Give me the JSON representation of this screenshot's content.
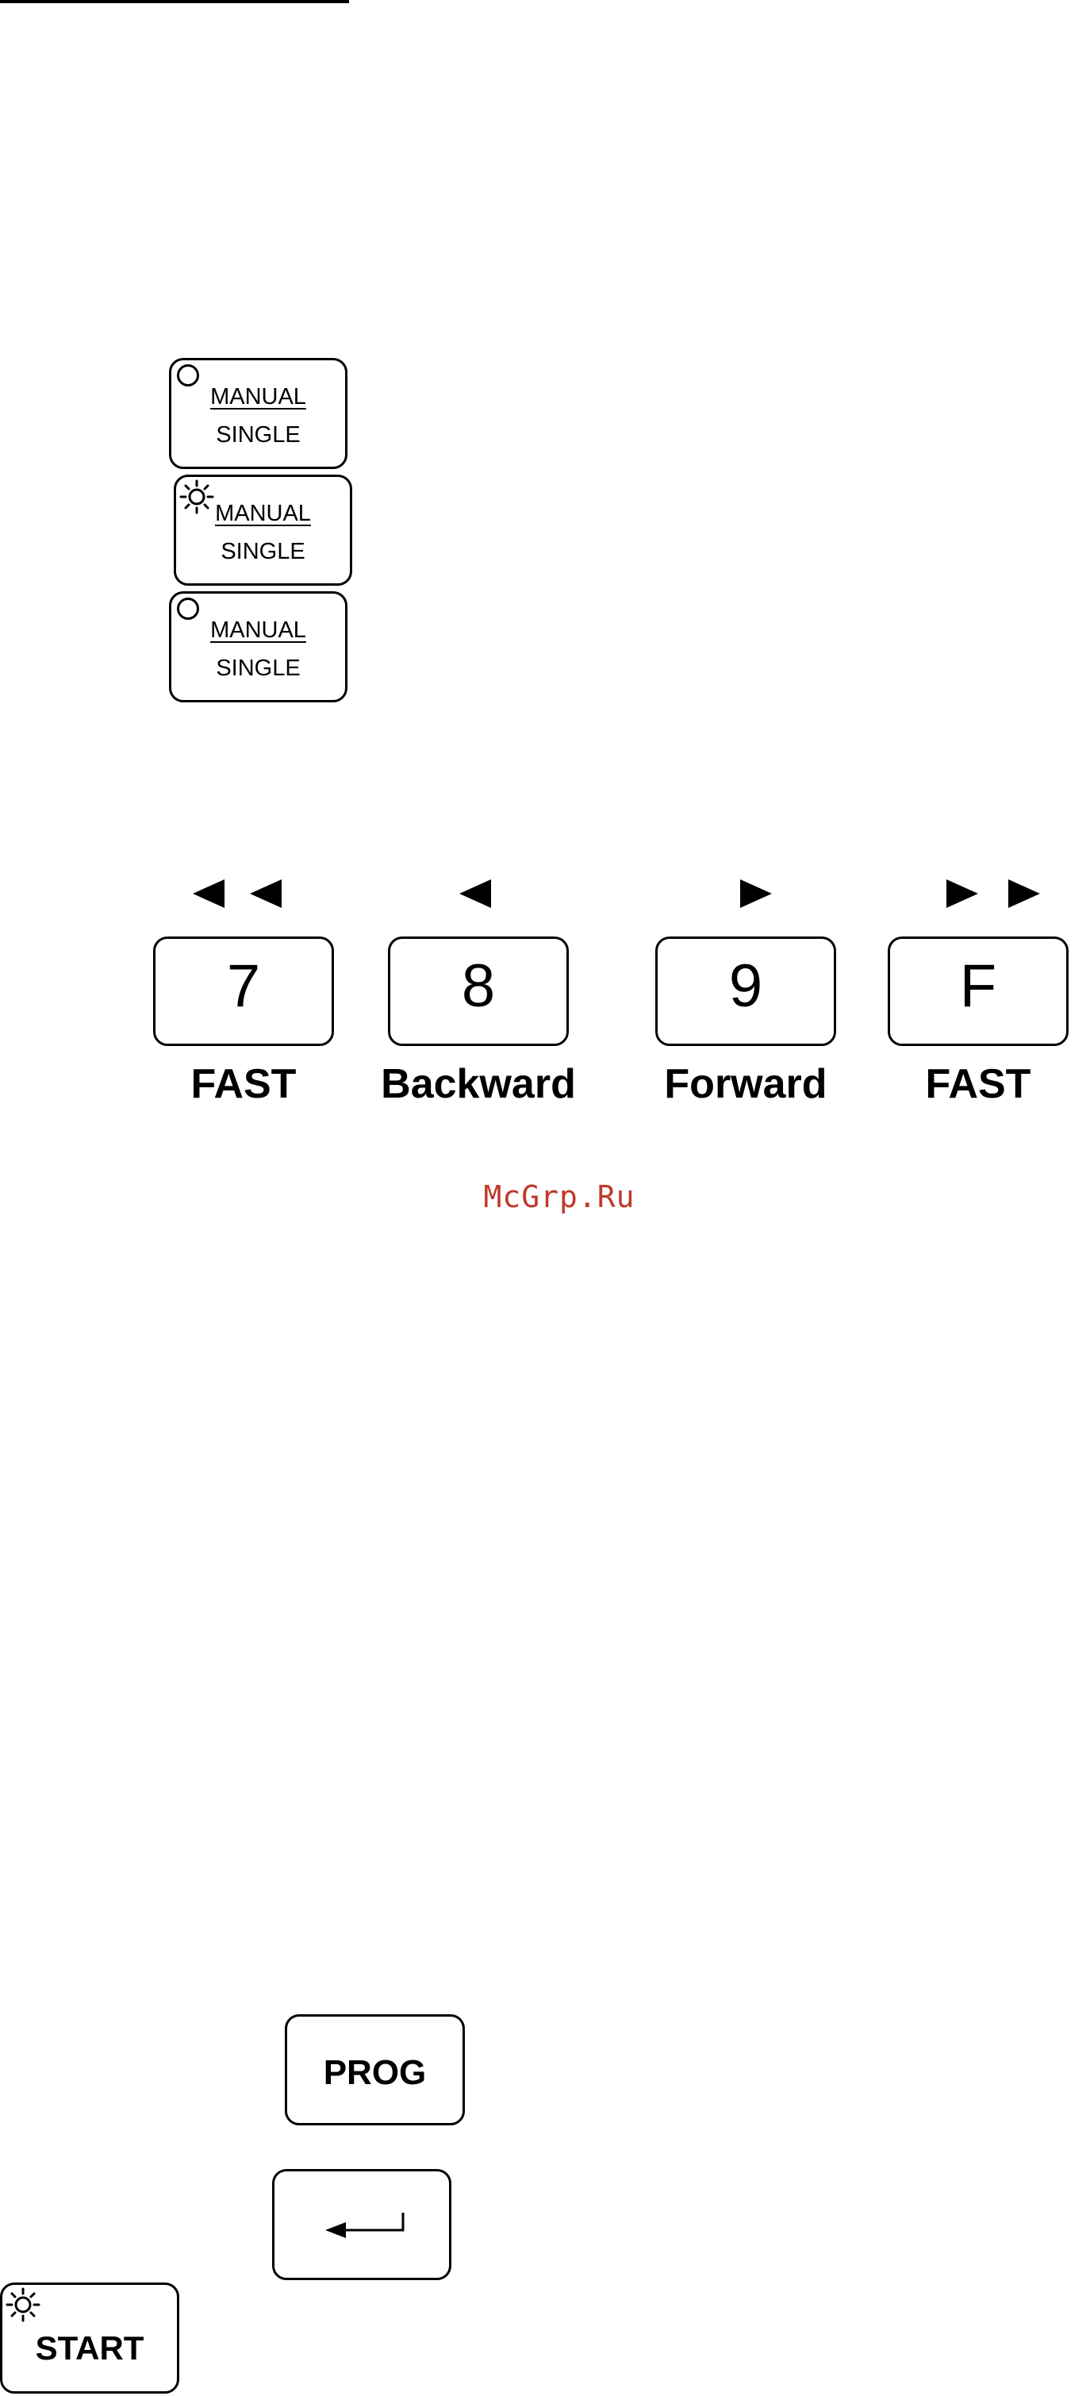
{
  "manual_keys": [
    {
      "line1": "MANUAL",
      "line2": "SINGLE",
      "led": "off"
    },
    {
      "line1": "MANUAL",
      "line2": "SINGLE",
      "led": "on"
    },
    {
      "line1": "MANUAL",
      "line2": "SINGLE",
      "led": "off"
    }
  ],
  "nav_keys": [
    {
      "digit": "7",
      "caption": "FAST",
      "arrow": "double-left-arrow-icon"
    },
    {
      "digit": "8",
      "caption": "Backward",
      "arrow": "left-arrow-icon"
    },
    {
      "digit": "9",
      "caption": "Forward",
      "arrow": "right-arrow-icon"
    },
    {
      "digit": "F",
      "caption": "FAST",
      "arrow": "double-right-arrow-icon"
    }
  ],
  "watermark": "McGrp.Ru",
  "prog_key": {
    "label": "PROG"
  },
  "enter_key": {
    "icon": "enter-arrow-icon"
  },
  "start_key": {
    "label": "START",
    "led": "on"
  },
  "colors": {
    "ink": "#000000",
    "watermark": "#c0392b",
    "background": "#ffffff"
  }
}
